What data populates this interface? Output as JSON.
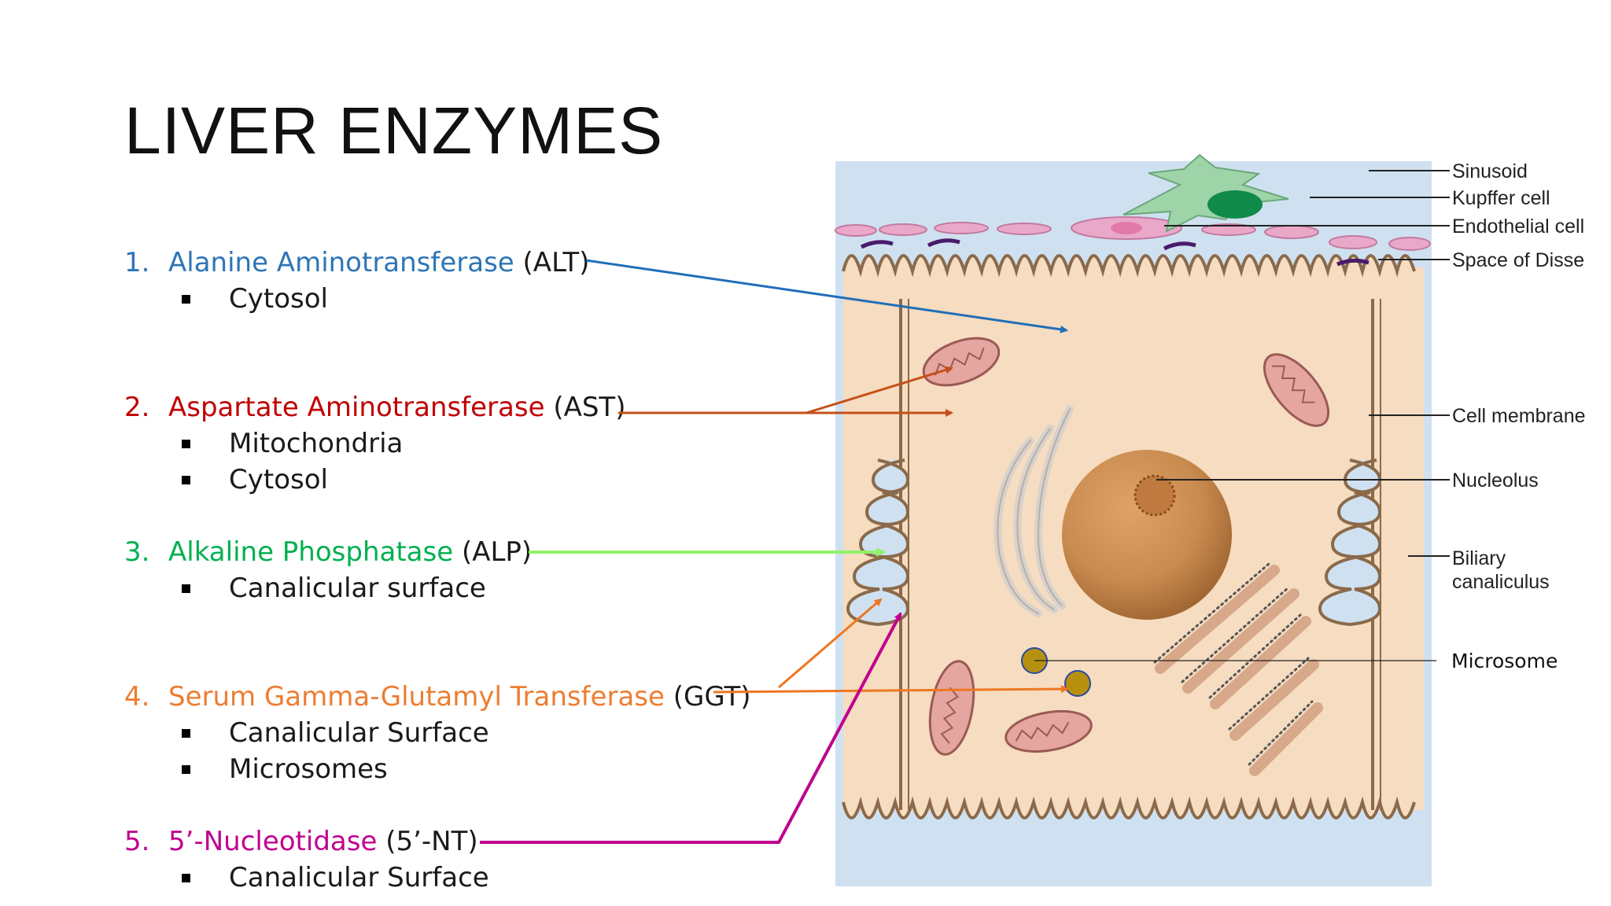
{
  "slide": {
    "title": "LIVER ENZYMES"
  },
  "enzymes": [
    {
      "number": "1.",
      "name": "Alanine Aminotransferase",
      "abbr": "(ALT)",
      "color": "#2e75b6",
      "locations": [
        "Cytosol"
      ]
    },
    {
      "number": "2.",
      "name": "Aspartate Aminotransferase",
      "abbr": "(AST)",
      "color": "#c00000",
      "locations": [
        "Mitochondria",
        "Cytosol"
      ]
    },
    {
      "number": "3.",
      "name": "Alkaline Phosphatase",
      "abbr": "(ALP)",
      "color": "#00b050",
      "locations": [
        "Canalicular surface"
      ]
    },
    {
      "number": "4.",
      "name": "Serum Gamma-Glutamyl Transferase",
      "abbr": "(GGT)",
      "color": "#ed7d31",
      "locations": [
        "Canalicular Surface",
        "Microsomes"
      ]
    },
    {
      "number": "5.",
      "name": "5’-Nucleotidase",
      "abbr": "(5’-NT)",
      "color": "#c0008f",
      "locations": [
        "Canalicular Surface"
      ]
    }
  ],
  "diagram_labels": {
    "sinusoid": "Sinusoid",
    "kupffer": "Kupffer cell",
    "endothelial": "Endothelial cell",
    "disse": "Space of Disse",
    "membrane": "Cell membrane",
    "nucleolus": "Nucleolus",
    "biliary_1": "Biliary",
    "biliary_2": "canaliculus",
    "microsome": "Microsome"
  },
  "arrow_colors": {
    "alt": "#1f6fb8",
    "ast": "#c5501a",
    "alp": "#92f06a",
    "ggt": "#ee7722",
    "nt": "#c0008f"
  }
}
